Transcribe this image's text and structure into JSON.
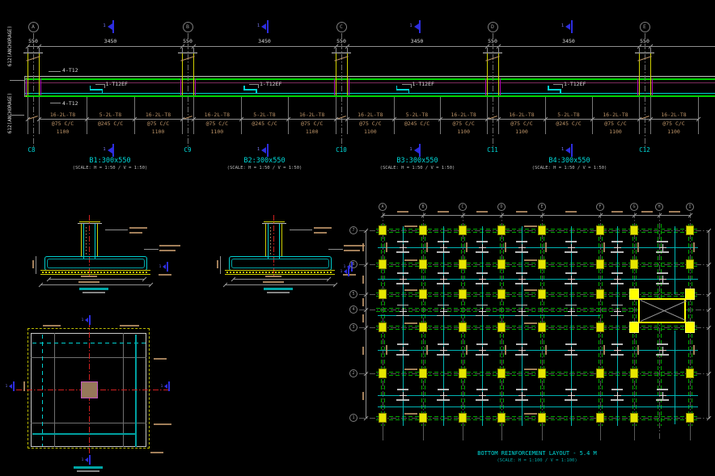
{
  "window": {
    "background": "#000000"
  },
  "beam_schedule": {
    "grid_bubbles": [
      "A",
      "B",
      "C",
      "D",
      "E"
    ],
    "dim_column_width": "550",
    "dim_span": "3450",
    "anchorage_label_top": "612(ANCHORAGE)",
    "anchorage_label_bottom": "612(ANCHORAGE)",
    "rebar_top": "4-T12",
    "rebar_bottom": "4-T12",
    "rebar_mid": "1-T12EF",
    "zone_support": {
      "line1": "16-2L-T8",
      "line2": "@75 C/C",
      "line3": "1100"
    },
    "zone_middle": {
      "line1": "5-2L-T8",
      "line2": "@245 C/C"
    },
    "column_marks": [
      "C8",
      "C9",
      "C10",
      "C11",
      "C12"
    ],
    "section_marker_number": "1",
    "beams": [
      {
        "title": "B1:300x550",
        "scale": "(SCALE: H = 1:50  / V = 1:50)"
      },
      {
        "title": "B2:300x550",
        "scale": "(SCALE: H = 1:50  / V = 1:50)"
      },
      {
        "title": "B3:300x550",
        "scale": "(SCALE: H = 1:50  / V = 1:50)"
      },
      {
        "title": "B4:300x550",
        "scale": "(SCALE: H = 1:50  / V = 1:50)"
      }
    ]
  },
  "layout_plan": {
    "title": "BOTTOM REINFORCEMENT LAYOUT - 5.4 M",
    "scale": "(SCALE: H = 1:100 / V = 1:100)",
    "column_bubbles": [
      "A",
      "B",
      "C",
      "D",
      "E",
      "F",
      "G",
      "H",
      "I"
    ],
    "row_bubbles": [
      "7",
      "6",
      "5",
      "4",
      "3",
      "2",
      "1"
    ]
  },
  "colors": {
    "beam_green": "#00d400",
    "plan_green": "#00a800",
    "cyan": "#00cfcf",
    "teal": "#00a0a0",
    "yellow": "#cfcf00",
    "highlight_yellow": "#ffff00",
    "magenta": "#b400b4",
    "red_centerline": "#cf1f1f",
    "grey": "#8f8f8f",
    "tan": "#bd9468",
    "blue_marker": "#2d2de0",
    "maroon": "#7a2a5a"
  }
}
